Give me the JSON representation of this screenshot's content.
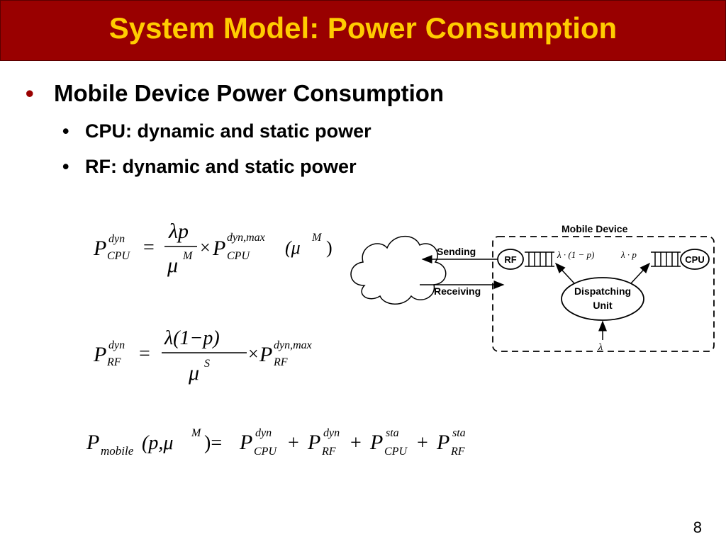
{
  "title": "System Model: Power Consumption",
  "bullets": {
    "l1": {
      "marker": "•",
      "text": "Mobile Device Power Consumption"
    },
    "l2": [
      {
        "marker": "•",
        "text": "CPU: dynamic and static power"
      },
      {
        "marker": "•",
        "text": "RF: dynamic and static power"
      }
    ]
  },
  "formulas": {
    "cpu": {
      "P": "P",
      "sub_cpu": "CPU",
      "sup_dyn": "dyn",
      "eq": "=",
      "num": "λp",
      "den_mu": "μ",
      "den_sup": "M",
      "times": "×",
      "P2": "P",
      "sup_dynmax": "dyn,max",
      "sub_cpu2": "CPU",
      "arg": "(μ",
      "arg_sup": "M",
      "arg_close": ")"
    },
    "rf": {
      "P": "P",
      "sub_rf": "RF",
      "sup_dyn": "dyn",
      "eq": "=",
      "num": "λ(1−p)",
      "den_mu": "μ",
      "den_sup": "S",
      "times": "×",
      "P2": "P",
      "sup_dynmax": "dyn,max",
      "sub_rf2": "RF"
    },
    "total": {
      "P": "P",
      "sub_mobile": "mobile",
      "args": "(p,μ",
      "args_sup": "M",
      "args_close": ")=",
      "t1_P": "P",
      "t1_sup": "dyn",
      "t1_sub": "CPU",
      "plus": "+",
      "t2_P": "P",
      "t2_sup": "dyn",
      "t2_sub": "RF",
      "t3_P": "P",
      "t3_sup": "sta",
      "t3_sub": "CPU",
      "t4_P": "P",
      "t4_sup": "sta",
      "t4_sub": "RF"
    }
  },
  "diagram": {
    "mobile_device_label": "Mobile Device",
    "sending_label": "Sending",
    "receiving_label": "Receiving",
    "rf_label": "RF",
    "cpu_label": "CPU",
    "dispatch_line1": "Dispatching",
    "dispatch_line2": "Unit",
    "rate_rf": "λ · (1 − p)",
    "rate_cpu": "λ · p",
    "lambda": "λ"
  },
  "page_number": "8",
  "colors": {
    "title_bg": "#990000",
    "title_text": "#ffcc00",
    "bullet_marker": "#990000"
  }
}
